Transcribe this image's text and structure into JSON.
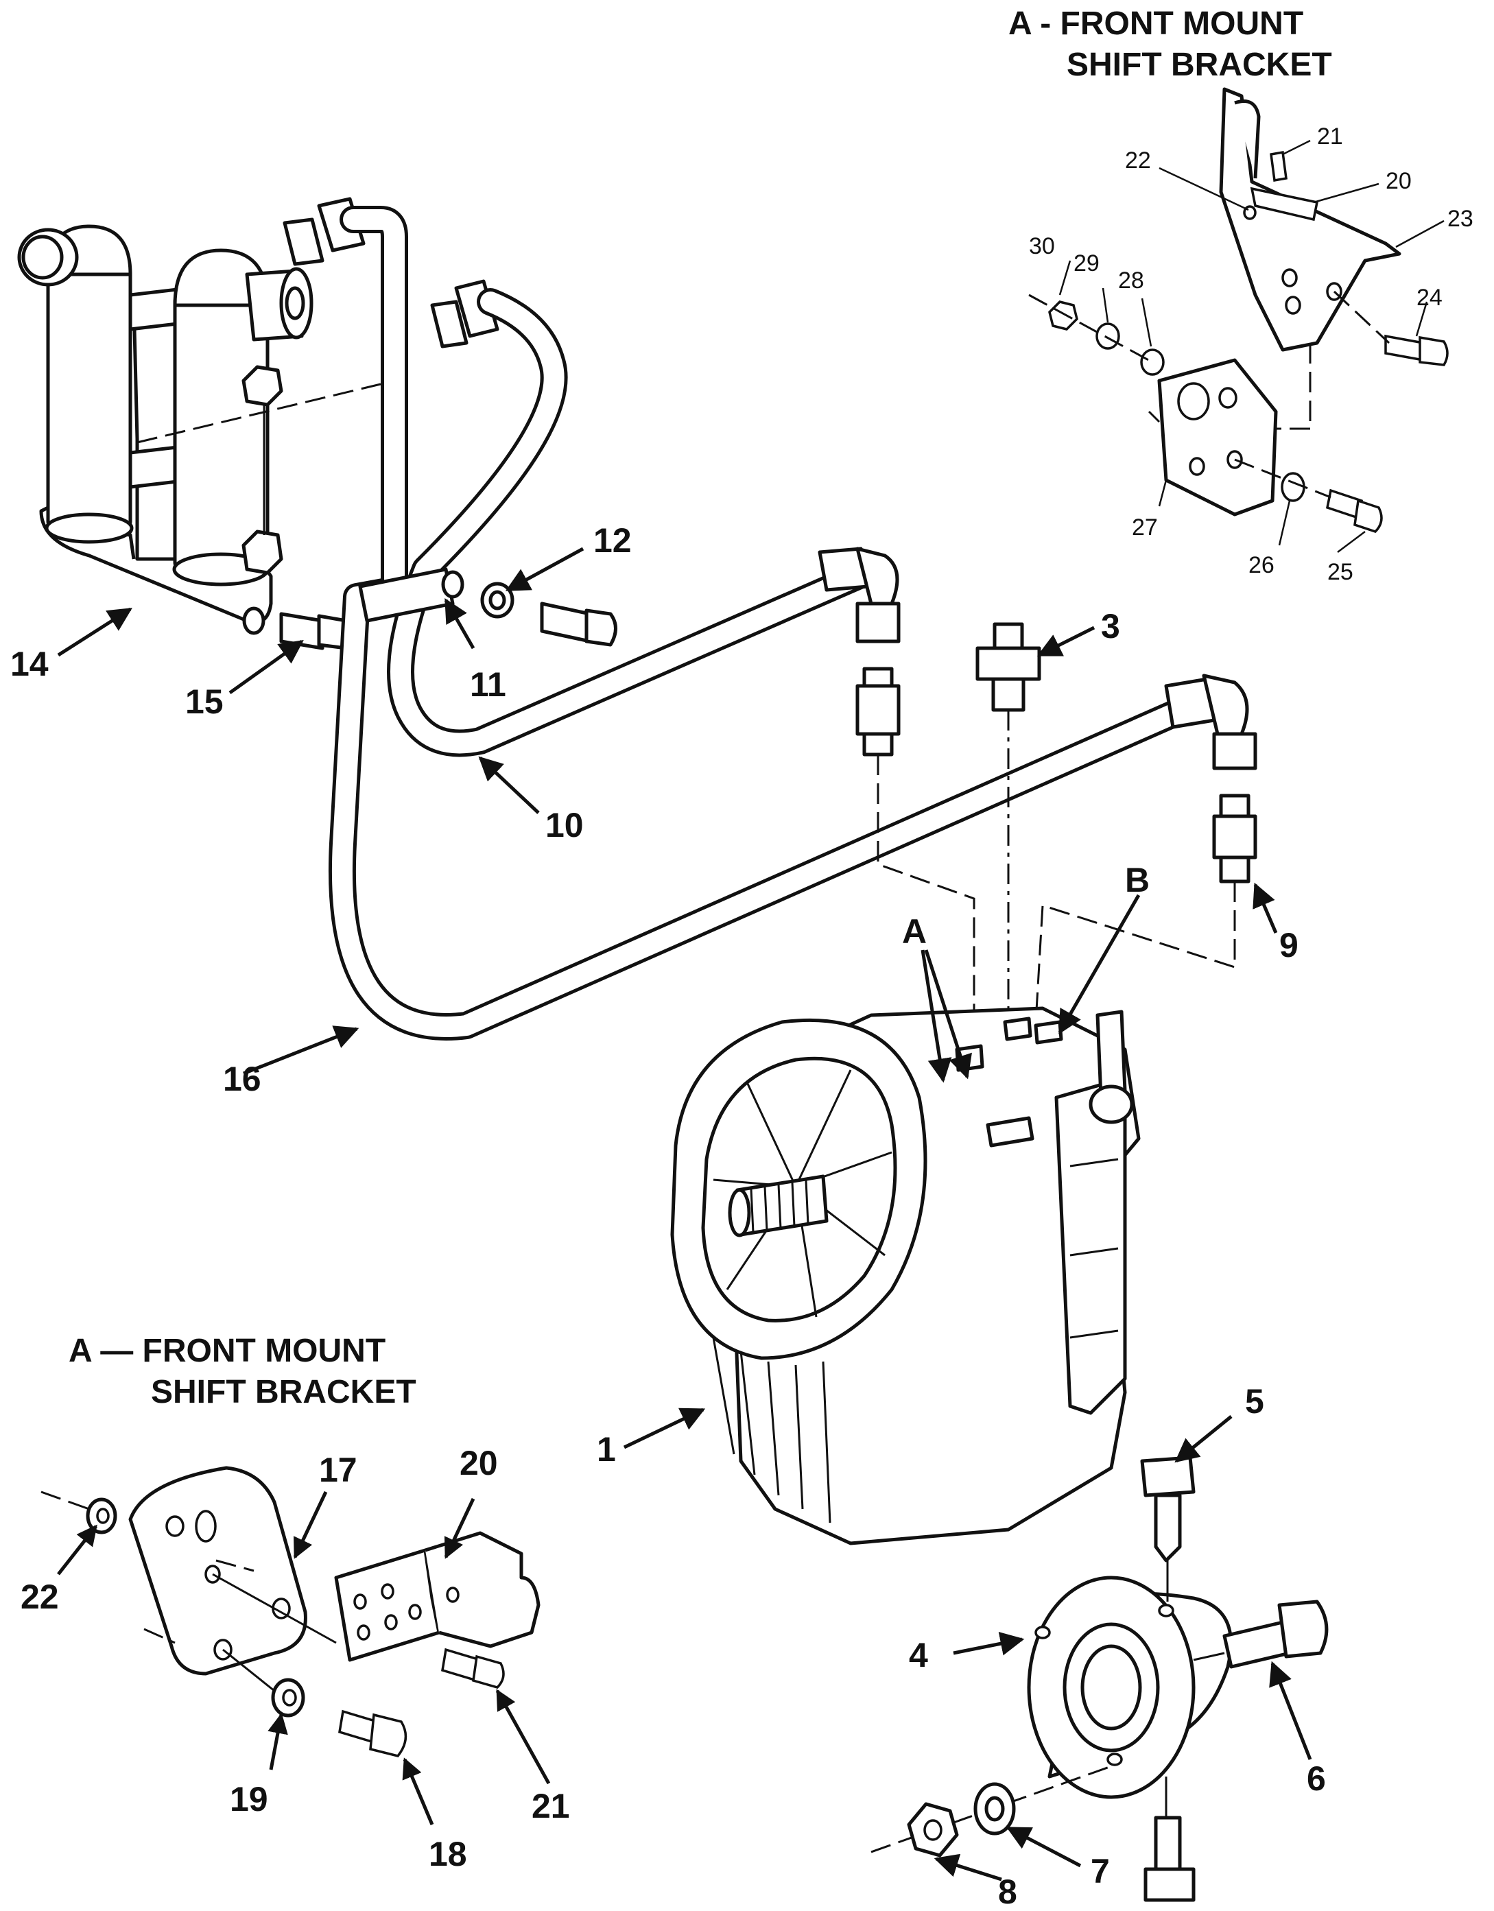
{
  "titles": {
    "inset_top_a": "A - FRONT MOUNT",
    "inset_top_b": "SHIFT BRACKET",
    "inset_bottom_a": "A — FRONT MOUNT",
    "inset_bottom_b": "SHIFT BRACKET"
  },
  "callouts": {
    "c1": "1",
    "c3": "3",
    "c4": "4",
    "c5": "5",
    "c6": "6",
    "c7": "7",
    "c8": "8",
    "c9": "9",
    "c10": "10",
    "c11": "11",
    "c12": "12",
    "c14": "14",
    "c15": "15",
    "c16": "16",
    "cA": "A",
    "cB": "B"
  },
  "inset_top_callouts": {
    "t20": "20",
    "t21": "21",
    "t22": "22",
    "t23": "23",
    "t24": "24",
    "t25": "25",
    "t26": "26",
    "t27": "27",
    "t28": "28",
    "t29": "29",
    "t30": "30"
  },
  "inset_bottom_callouts": {
    "b17": "17",
    "b18": "18",
    "b19": "19",
    "b20": "20",
    "b21": "21",
    "b22": "22"
  }
}
